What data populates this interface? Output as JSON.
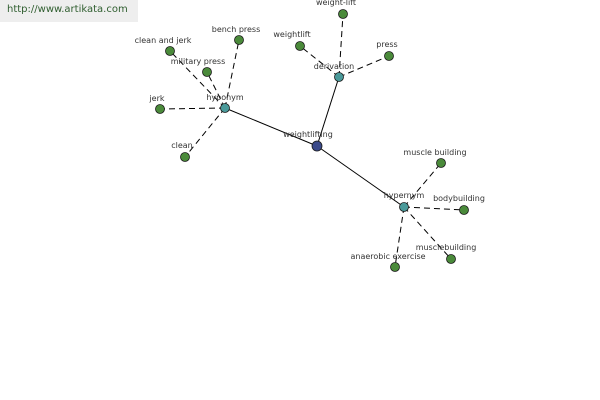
{
  "site": {
    "url": "http://www.artikata.com"
  },
  "colors": {
    "root": "#3b4a8a",
    "relation": "#4a9a9a",
    "leaf": "#4a8a3a",
    "edge": "#000000"
  },
  "graph": {
    "root": {
      "id": "weightlifting",
      "label": "weightlifting"
    },
    "relations": [
      {
        "id": "hyponym",
        "label": "hyponym"
      },
      {
        "id": "derivation",
        "label": "derivation"
      },
      {
        "id": "hypernym",
        "label": "hypernym"
      }
    ],
    "leaves": [
      {
        "id": "clean-and-jerk",
        "label": "clean and jerk",
        "parent": "hyponym"
      },
      {
        "id": "bench-press",
        "label": "bench press",
        "parent": "hyponym"
      },
      {
        "id": "military-press",
        "label": "military press",
        "parent": "hyponym"
      },
      {
        "id": "jerk",
        "label": "jerk",
        "parent": "hyponym"
      },
      {
        "id": "clean",
        "label": "clean",
        "parent": "hyponym"
      },
      {
        "id": "weight-lift",
        "label": "weight-lift",
        "parent": "derivation"
      },
      {
        "id": "weightlift",
        "label": "weightlift",
        "parent": "derivation"
      },
      {
        "id": "press",
        "label": "press",
        "parent": "derivation"
      },
      {
        "id": "muscle-building",
        "label": "muscle building",
        "parent": "hypernym"
      },
      {
        "id": "bodybuilding",
        "label": "bodybuilding",
        "parent": "hypernym"
      },
      {
        "id": "musclebuilding",
        "label": "musclebuilding",
        "parent": "hypernym"
      },
      {
        "id": "anaerobic-exercise",
        "label": "anaerobic exercise",
        "parent": "hypernym"
      }
    ]
  }
}
